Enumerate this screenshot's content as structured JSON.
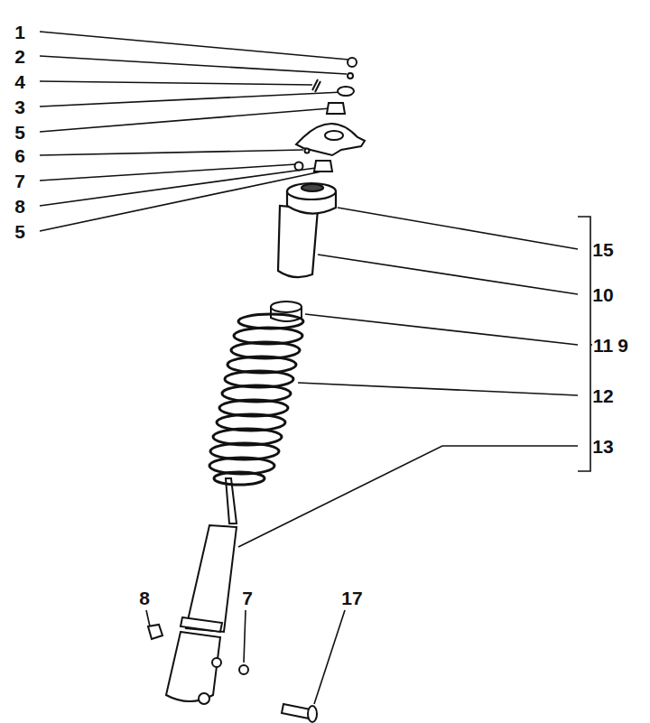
{
  "diagram": {
    "labels": [
      "1",
      "2",
      "4",
      "3",
      "5",
      "6",
      "7",
      "8",
      "5",
      "15",
      "10",
      "11",
      "9",
      "12",
      "13",
      "8",
      "7",
      "17"
    ]
  }
}
